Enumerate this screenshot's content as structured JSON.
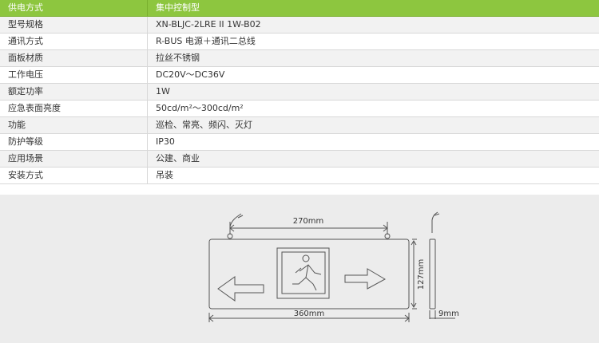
{
  "specs": {
    "rows": [
      {
        "label": "供电方式",
        "value": "集中控制型"
      },
      {
        "label": "型号规格",
        "value": "XN-BLJC-2LRE II 1W-B02"
      },
      {
        "label": "通讯方式",
        "value": "R-BUS 电源＋通讯二总线"
      },
      {
        "label": "面板材质",
        "value": "拉丝不锈钢"
      },
      {
        "label": "工作电压",
        "value": "DC20V～DC36V"
      },
      {
        "label": "额定功率",
        "value": "1W"
      },
      {
        "label": "应急表面亮度",
        "value": "50cd/m²～300cd/m²"
      },
      {
        "label": "功能",
        "value": "巡检、常亮、频闪、灭灯"
      },
      {
        "label": "防护等级",
        "value": "IP30"
      },
      {
        "label": "应用场景",
        "value": "公建、商业"
      },
      {
        "label": "安装方式",
        "value": "吊装"
      }
    ]
  },
  "drawing": {
    "dim_top": "270mm",
    "dim_bottom": "360mm",
    "dim_height": "127mm",
    "dim_depth": "9mm"
  },
  "colors": {
    "header_green": "#8dc63f",
    "line": "#555555"
  }
}
